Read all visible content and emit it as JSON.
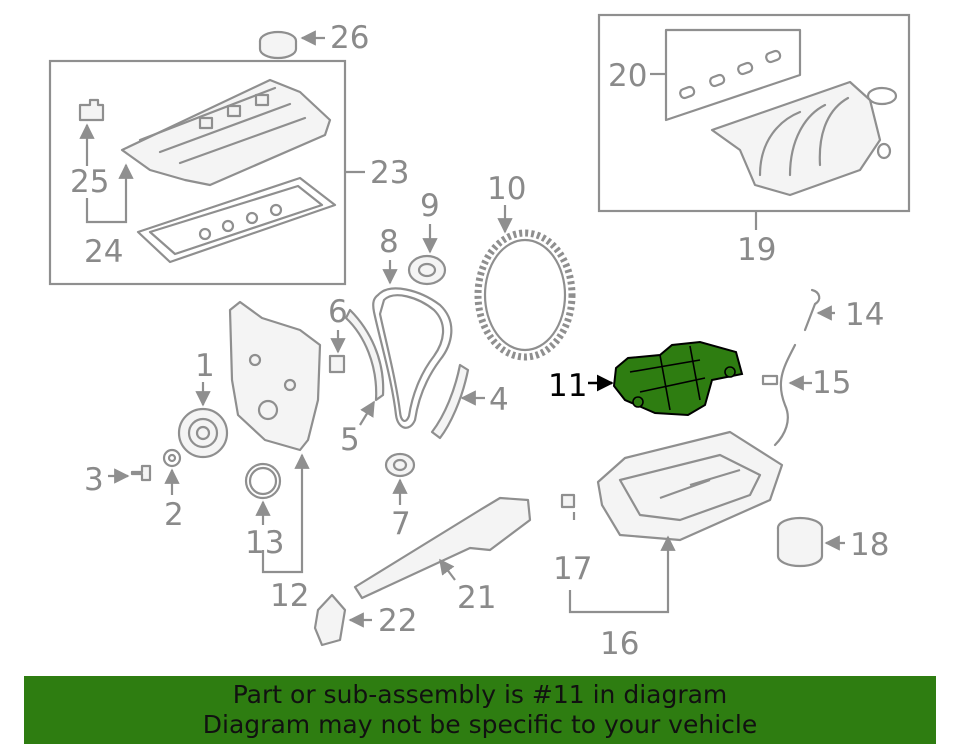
{
  "labels": {
    "l1": "1",
    "l2": "2",
    "l3": "3",
    "l4": "4",
    "l5": "5",
    "l6": "6",
    "l7": "7",
    "l8": "8",
    "l9": "9",
    "l10": "10",
    "l11": "11",
    "l12": "12",
    "l13": "13",
    "l14": "14",
    "l15": "15",
    "l16": "16",
    "l17": "17",
    "l18": "18",
    "l19": "19",
    "l20": "20",
    "l21": "21",
    "l22": "22",
    "l23": "23",
    "l24": "24",
    "l25": "25",
    "l26": "26"
  },
  "highlighted_part": "11",
  "colors": {
    "highlight_fill": "#2e7d11",
    "line": "#8f8f8f",
    "label": "#8a8a8a",
    "banner_bg": "#2e7d11"
  },
  "banner": {
    "line1": "Part or sub-assembly is #11 in diagram",
    "line2": "Diagram may not be specific to your vehicle"
  }
}
